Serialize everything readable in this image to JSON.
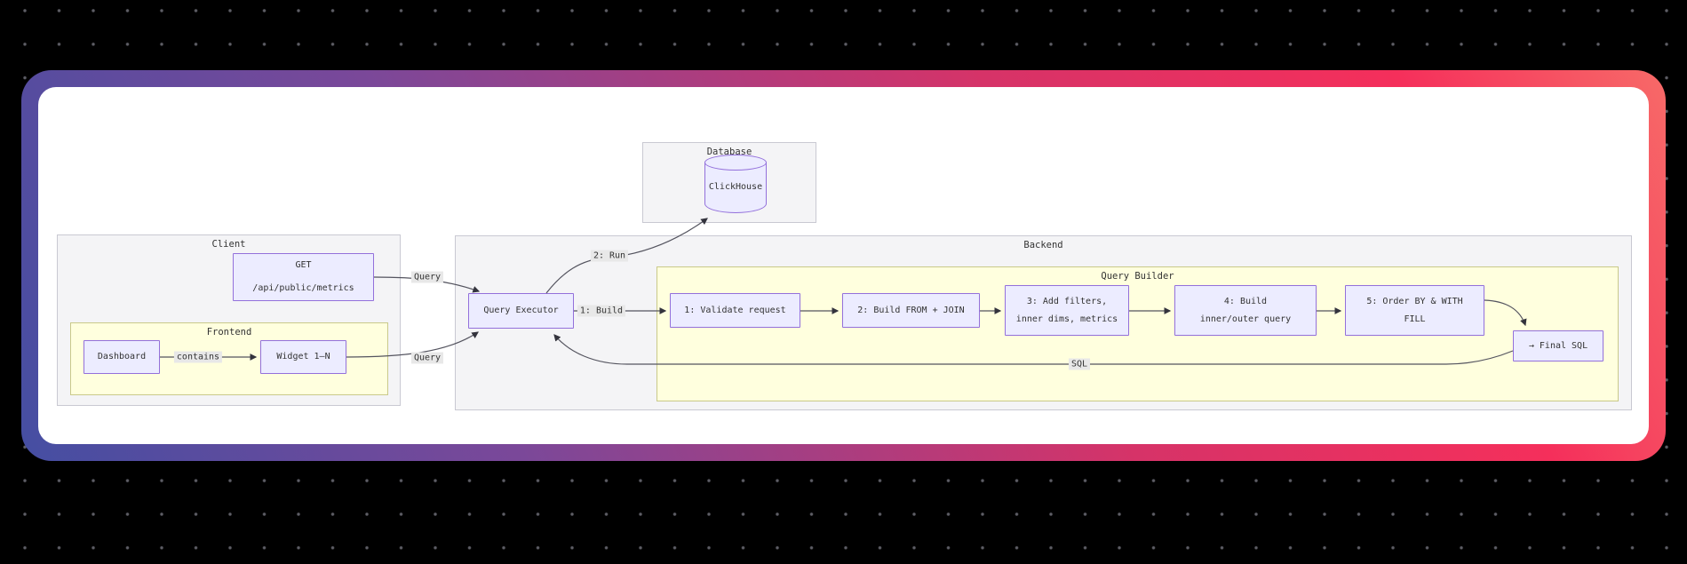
{
  "colors": {
    "page_bg": "#000000",
    "dot": "#5e5e66",
    "card_bg": "#ffffff",
    "grad_1": "#454ea2",
    "grad_2": "#7b4899",
    "grad_3": "#d63368",
    "grad_4": "#f52f5b",
    "grad_5": "#f76a68",
    "cluster_gray": "#f4f4f6",
    "cluster_gray_border": "#c9c9d2",
    "cluster_yellow": "#ffffde",
    "cluster_yellow_border": "#c9c98a",
    "node_fill": "#ececff",
    "node_border": "#9370db",
    "edge": "#54545f",
    "edge_dark": "#33333d",
    "label_bg": "#e8e8e8",
    "text": "#333333"
  },
  "diagram": {
    "clusters": {
      "database": {
        "label": "Database"
      },
      "client": {
        "label": "Client"
      },
      "frontend": {
        "label": "Frontend"
      },
      "backend": {
        "label": "Backend"
      },
      "query_builder": {
        "label": "Query Builder"
      }
    },
    "nodes": {
      "clickhouse": {
        "label": "ClickHouse"
      },
      "get": {
        "label": "GET\n/api/public/metrics"
      },
      "dashboard": {
        "label": "Dashboard"
      },
      "widget": {
        "label": "Widget 1–N"
      },
      "query_executor": {
        "label": "Query Executor"
      },
      "validate": {
        "label": "1: Validate request"
      },
      "build_from_join": {
        "label": "2: Build FROM + JOIN"
      },
      "add_filters": {
        "label": "3: Add filters,\ninner dims, metrics"
      },
      "inner_outer": {
        "label": "4: Build\ninner/outer query"
      },
      "order_by_fill": {
        "label": "5: Order BY & WITH\nFILL"
      },
      "final_sql": {
        "label": "→ Final SQL"
      }
    },
    "edge_labels": {
      "query_get": "Query",
      "query_widget": "Query",
      "contains": "contains",
      "build": "1: Build",
      "run": "2: Run",
      "sql": "SQL"
    }
  }
}
